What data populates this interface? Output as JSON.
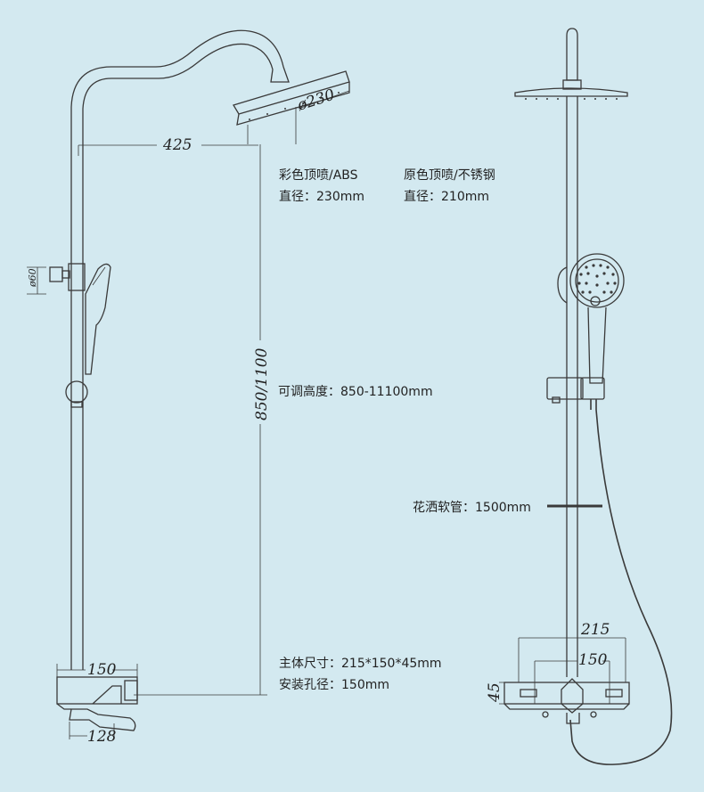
{
  "dimensions": {
    "arm_reach": "425",
    "head_diameter": "ø230",
    "bracket_diameter": "ø60",
    "height_range": "850/1100",
    "mixer_width_left": "150",
    "spout_length": "128",
    "mixer_width_right": "215",
    "mixer_hole_spacing": "150",
    "mixer_depth": "45"
  },
  "notes": {
    "color_head_material": "彩色顶喷/ABS",
    "color_head_diameter": "直径：230mm",
    "original_head_material": "原色顶喷/不锈钢",
    "original_head_diameter": "直径：210mm",
    "adjustable_height": "可调高度：850-11100mm",
    "hose_length": "花洒软管：1500mm",
    "body_size": "主体尺寸：215*150*45mm",
    "mount_hole_distance": "安装孔径：150mm"
  },
  "colors": {
    "background": "#d3e9f0",
    "line": "#3a3a3a"
  }
}
